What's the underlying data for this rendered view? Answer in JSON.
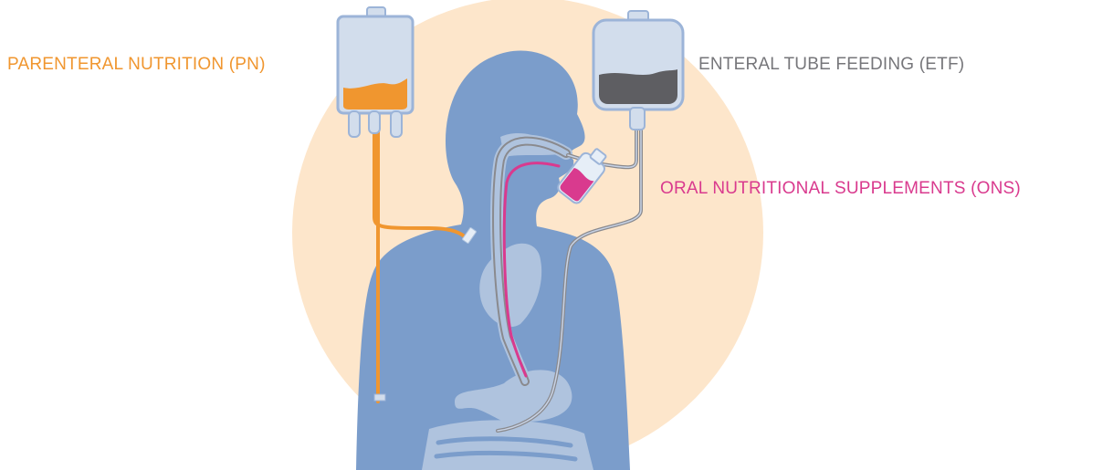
{
  "labels": {
    "pn": {
      "text": "PARENTERAL NUTRITION (PN)",
      "color": "#F0962F"
    },
    "etf": {
      "text": "ENTERAL TUBE FEEDING (ETF)",
      "color": "#76767A"
    },
    "ons": {
      "text": "ORAL NUTRITIONAL SUPPLEMENTS (ONS)",
      "color": "#D93A8E"
    }
  },
  "colors": {
    "background_circle": "#FDE6CB",
    "body": "#7B9DCB",
    "organs": "#AFC3DE",
    "bag": "#D2DDEC",
    "bag_outline": "#9CB4D8",
    "pn_fluid": "#F0962F",
    "etf_fluid": "#5E5E62",
    "ons_fluid": "#D93A8E",
    "tube_grey": "#8A8A8E"
  }
}
